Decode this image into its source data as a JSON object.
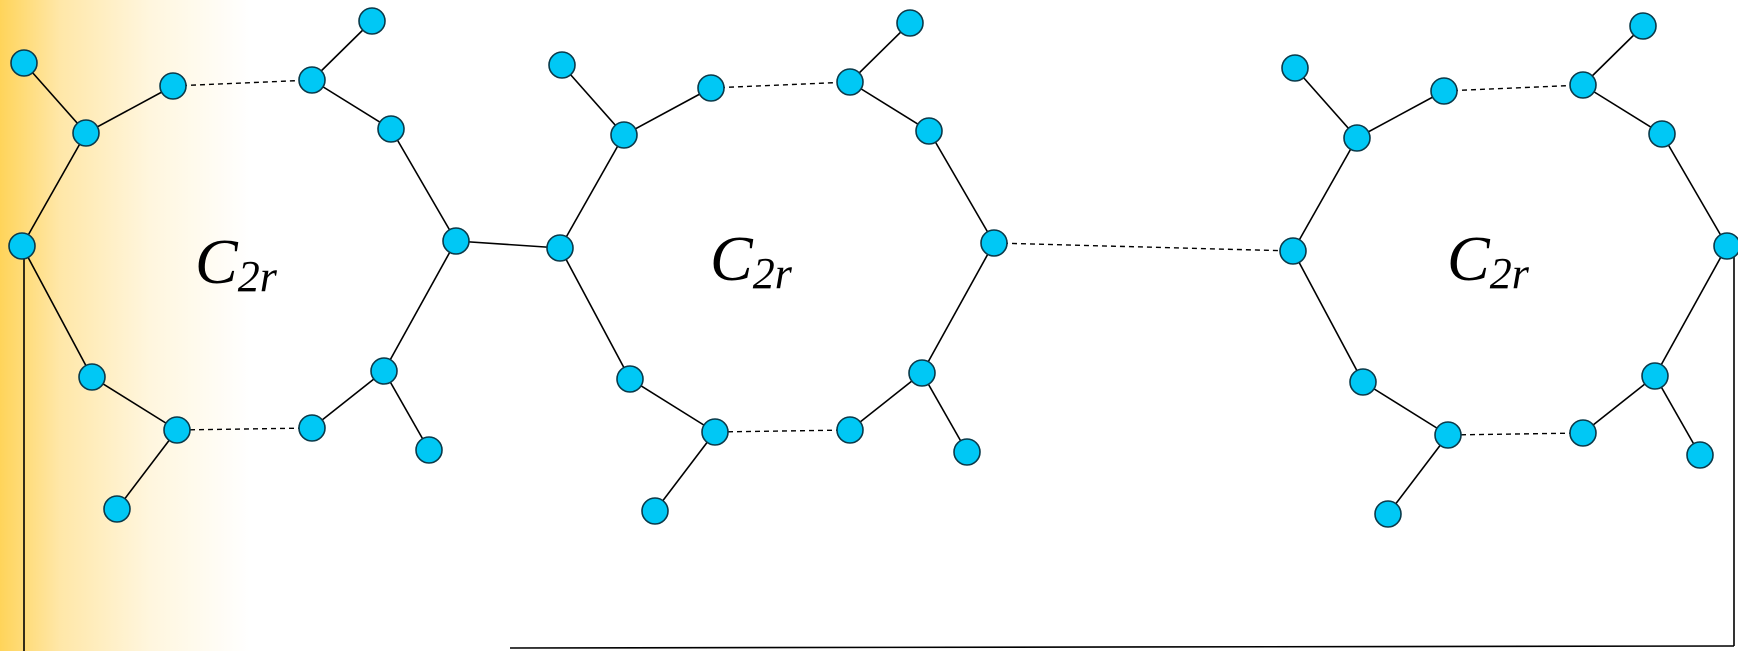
{
  "rings": [
    {
      "label_main": "C",
      "label_sub": "2r"
    },
    {
      "label_main": "C",
      "label_sub": "2r"
    },
    {
      "label_main": "C",
      "label_sub": "2r"
    }
  ],
  "colors": {
    "atom_fill": "#00C8F5",
    "atom_stroke": "#0B3A4A",
    "edge": "#000000",
    "gradient": "#FFD45A"
  }
}
